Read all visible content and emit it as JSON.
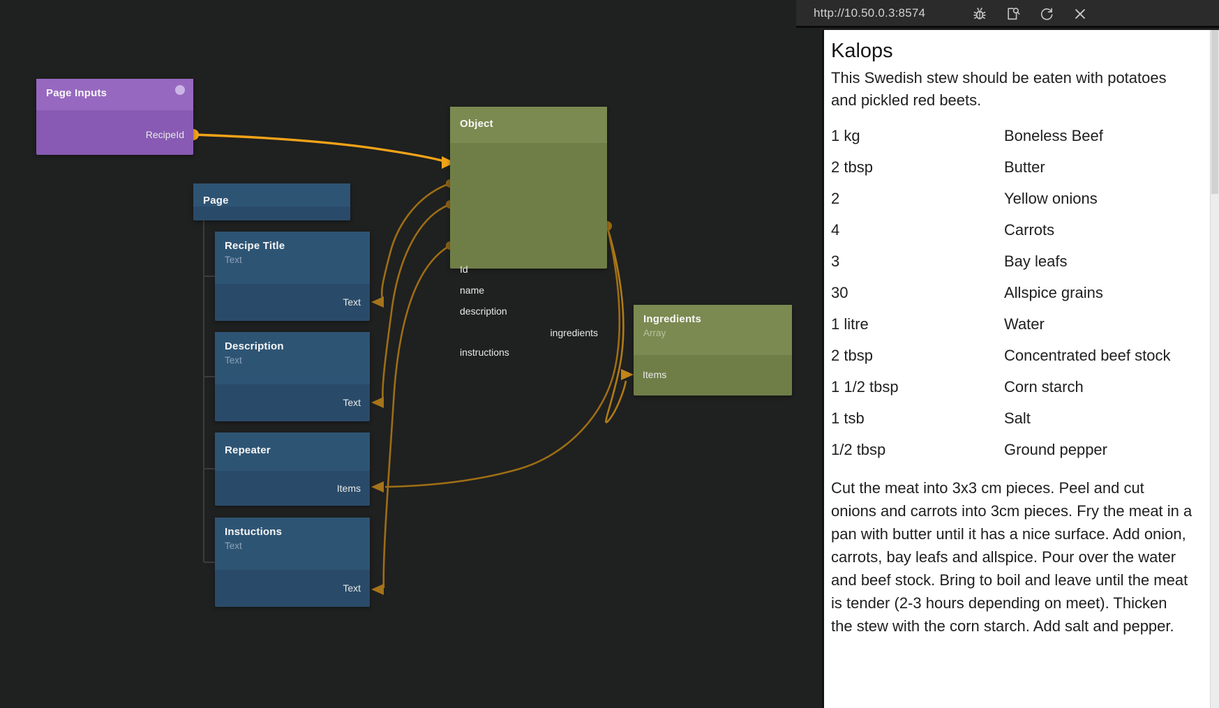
{
  "window": {
    "url": "http://10.50.0.3:8574",
    "icons": [
      "debug-bug",
      "inspect-page",
      "refresh",
      "close"
    ]
  },
  "canvas": {
    "colors": {
      "background": "#1f2020",
      "wire_orange": "#f2a318",
      "wire_dark": "#9d6e14",
      "node_purple": "#9768c0",
      "node_blue": "#2e5474",
      "node_green": "#7b8a51"
    },
    "nodes": {
      "page_inputs": {
        "title": "Page Inputs",
        "port_recipeid": "RecipeId"
      },
      "page": {
        "title": "Page"
      },
      "recipe_title": {
        "title": "Recipe Title",
        "subtitle": "Text",
        "port_text": "Text"
      },
      "description": {
        "title": "Description",
        "subtitle": "Text",
        "port_text": "Text"
      },
      "repeater": {
        "title": "Repeater",
        "port_items": "Items"
      },
      "instructions_node": {
        "title": "Instuctions",
        "subtitle": "Text",
        "port_text": "Text"
      },
      "object": {
        "title": "Object",
        "port_id": "Id",
        "port_name": "name",
        "port_description": "description",
        "port_ingredients": "ingredients",
        "port_instructions": "instructions"
      },
      "ingredients_array": {
        "title": "Ingredients",
        "subtitle": "Array",
        "port_items": "Items"
      }
    }
  },
  "preview": {
    "title": "Kalops",
    "description": "This Swedish stew should be eaten with potatoes and pickled red beets.",
    "ingredients": [
      {
        "amount": "1 kg",
        "name": "Boneless Beef"
      },
      {
        "amount": "2 tbsp",
        "name": "Butter"
      },
      {
        "amount": "2",
        "name": "Yellow onions"
      },
      {
        "amount": "4",
        "name": "Carrots"
      },
      {
        "amount": "3",
        "name": "Bay leafs"
      },
      {
        "amount": "30",
        "name": "Allspice grains"
      },
      {
        "amount": "1 litre",
        "name": "Water"
      },
      {
        "amount": "2 tbsp",
        "name": "Concentrated beef stock"
      },
      {
        "amount": "1 1/2 tbsp",
        "name": "Corn starch"
      },
      {
        "amount": "1 tsb",
        "name": "Salt"
      },
      {
        "amount": "1/2 tbsp",
        "name": "Ground pepper"
      }
    ],
    "instructions": "Cut the meat into 3x3 cm pieces. Peel and cut onions and carrots into 3cm pieces. Fry the meat in a pan with butter until it has a nice surface. Add onion, carrots, bay leafs and allspice. Pour over the water and beef stock. Bring to boil and leave until the meat is tender (2-3 hours depending on meet). Thicken the stew with the corn starch. Add salt and pepper."
  }
}
